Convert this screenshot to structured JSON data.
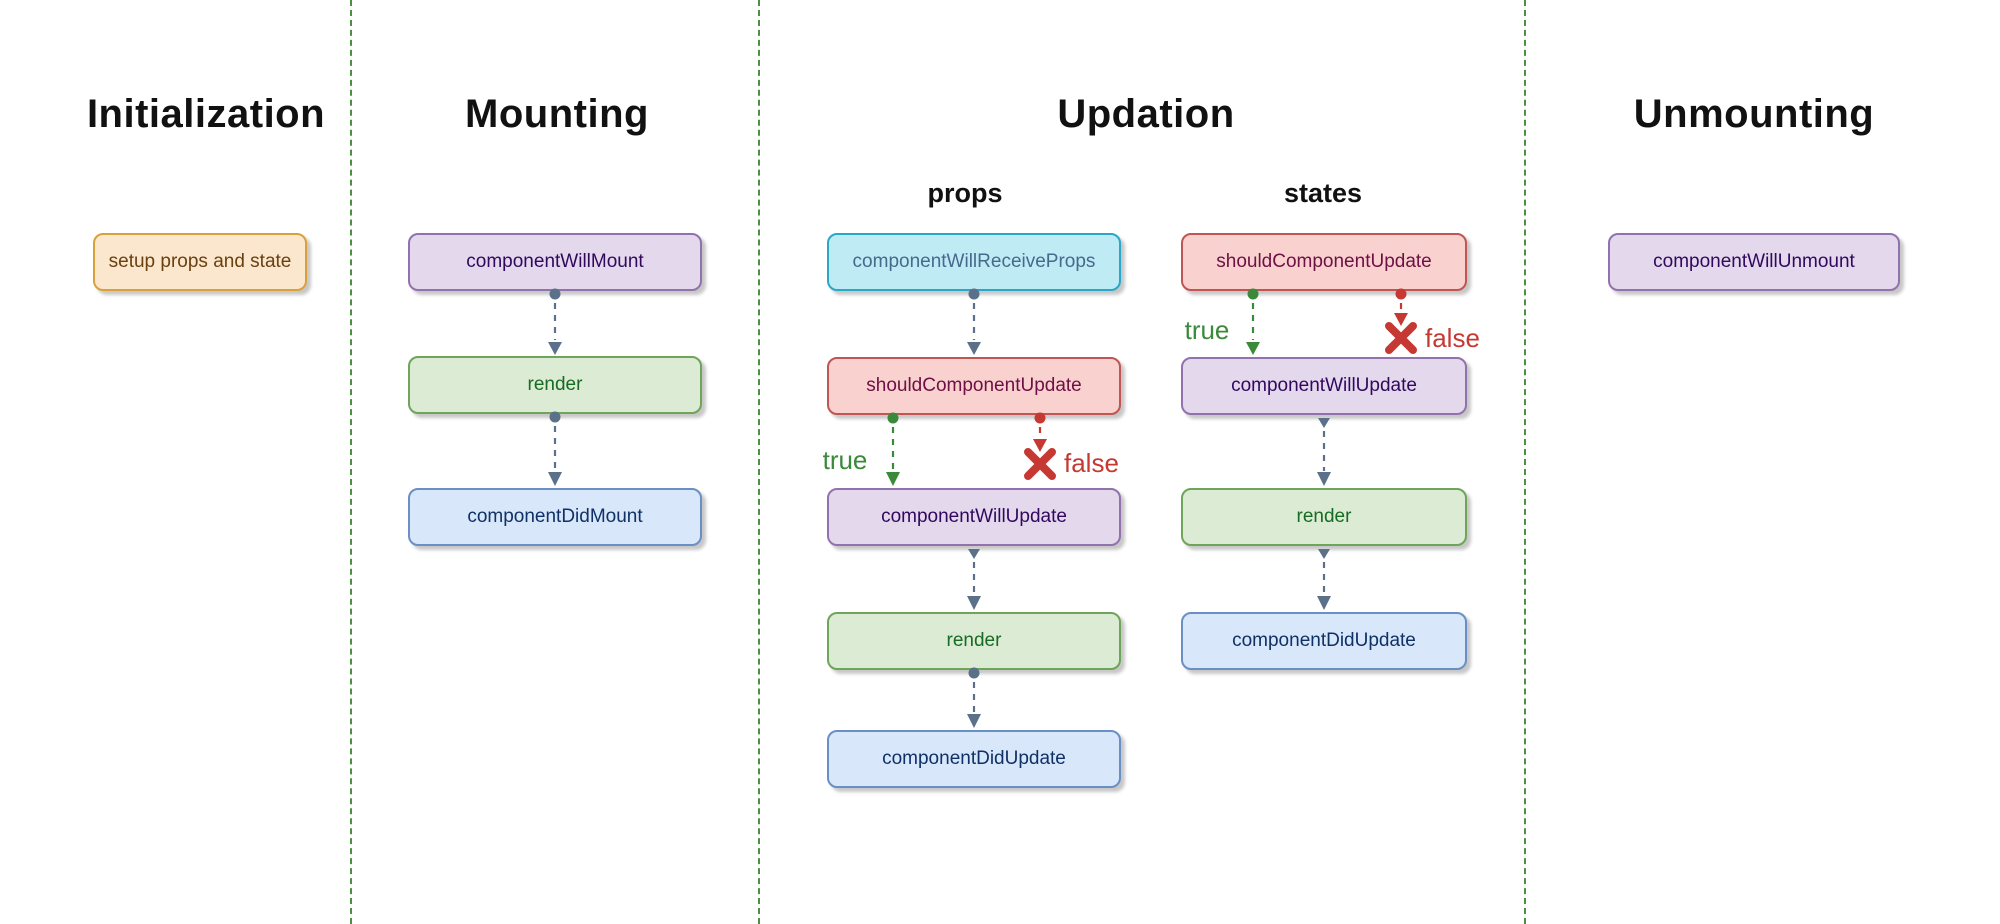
{
  "diagram": {
    "sections": [
      {
        "title": "Initialization",
        "nodes": [
          {
            "label": "setup props and state",
            "variant": "orange"
          }
        ]
      },
      {
        "title": "Mounting",
        "nodes": [
          {
            "label": "componentWillMount",
            "variant": "purple"
          },
          {
            "label": "render",
            "variant": "green"
          },
          {
            "label": "componentDidMount",
            "variant": "blue"
          }
        ]
      },
      {
        "title": "Updation",
        "columns": [
          {
            "heading": "props",
            "nodes": [
              {
                "label": "componentWillReceiveProps",
                "variant": "cyan"
              },
              {
                "label": "shouldComponentUpdate",
                "variant": "red"
              },
              {
                "label": "componentWillUpdate",
                "variant": "purple"
              },
              {
                "label": "render",
                "variant": "green"
              },
              {
                "label": "componentDidUpdate",
                "variant": "blue"
              }
            ]
          },
          {
            "heading": "states",
            "nodes": [
              {
                "label": "shouldComponentUpdate",
                "variant": "red"
              },
              {
                "label": "componentWillUpdate",
                "variant": "purple"
              },
              {
                "label": "render",
                "variant": "green"
              },
              {
                "label": "componentDidUpdate",
                "variant": "blue"
              }
            ]
          }
        ]
      },
      {
        "title": "Unmounting",
        "nodes": [
          {
            "label": "componentWillUnmount",
            "variant": "purple"
          }
        ]
      }
    ],
    "branch": {
      "true_label": "true",
      "false_label": "false"
    },
    "colors": {
      "separator_green": "#4C9141",
      "arrow_slate": "#5A7189",
      "branch_true_green": "#3A8A3A",
      "branch_false_red": "#C63832",
      "orange_fill": "#FBE7CD",
      "orange_border": "#D8A13C",
      "orange_text": "#6B4010",
      "purple_fill": "#E4D8EC",
      "purple_border": "#9272AC",
      "purple_text": "#32085F",
      "green_fill": "#DCEBD3",
      "green_border": "#6FA45B",
      "green_text": "#176B24",
      "blue_fill": "#D9E7FA",
      "blue_border": "#6A8FC5",
      "blue_text": "#0F3166",
      "cyan_fill": "#BFEBF5",
      "cyan_border": "#2AA7C6",
      "cyan_text": "#47698C",
      "red_fill": "#F9D2CF",
      "red_border": "#BF5653",
      "red_text": "#6E0F45"
    }
  }
}
